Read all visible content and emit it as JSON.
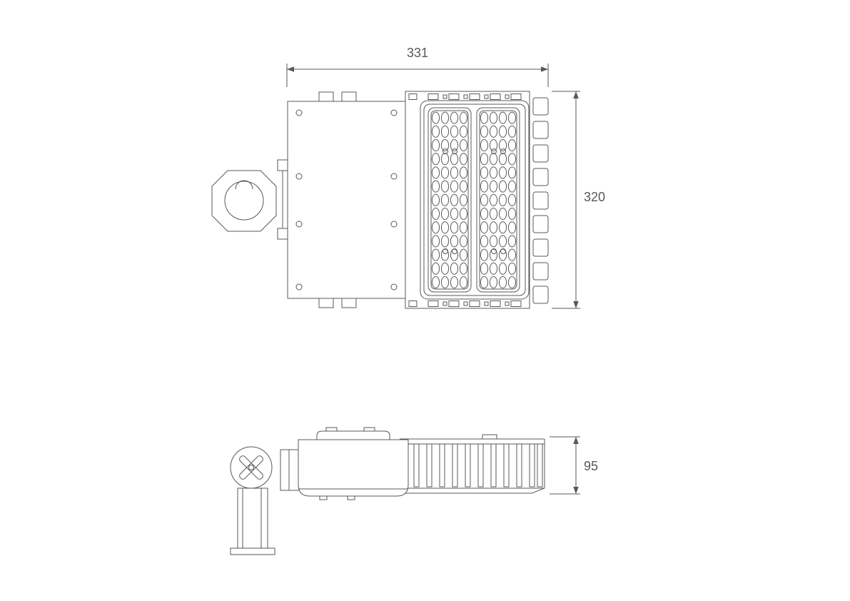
{
  "page": {
    "background": "#ffffff"
  },
  "drawing": {
    "line_color": "#58585c",
    "dimensions": {
      "width": {
        "value": "331"
      },
      "height": {
        "value": "320"
      },
      "side_height": {
        "value": "95"
      }
    }
  }
}
